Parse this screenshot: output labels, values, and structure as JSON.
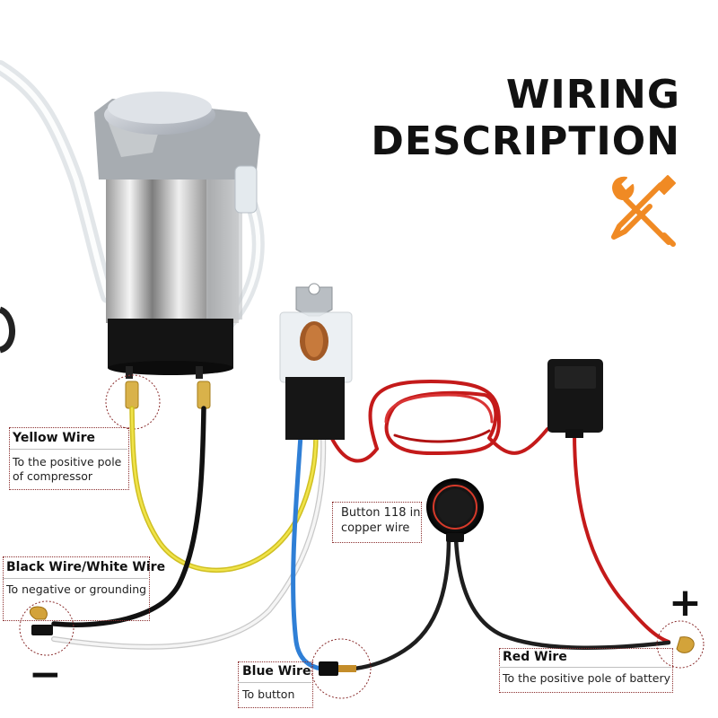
{
  "title": {
    "line1": "WIRING",
    "line2": "DESCRIPTION"
  },
  "colors": {
    "accent": "#f08a24",
    "red_wire": "#c41a1a",
    "yellow_wire": "#e9d830",
    "black_wire": "#111111",
    "white_wire": "#e8e8e8",
    "blue_wire": "#2f7fd6",
    "callout_border": "#8b2f2f"
  },
  "icons": {
    "tools": "wrench-screwdriver-icon"
  },
  "labels": {
    "yellow": {
      "title": "Yellow Wire",
      "desc_line1": "To the positive pole",
      "desc_line2": "of compressor"
    },
    "black_white": {
      "title": "Black Wire/White Wire",
      "desc": "To negative or grounding"
    },
    "button": {
      "line1": "Button 118 in",
      "line2": "copper wire"
    },
    "blue": {
      "title": "Blue Wire",
      "desc": "To button"
    },
    "red": {
      "title": "Red Wire",
      "desc": "To the positive pole of battery"
    }
  },
  "signs": {
    "plus": "+",
    "minus": "−"
  }
}
